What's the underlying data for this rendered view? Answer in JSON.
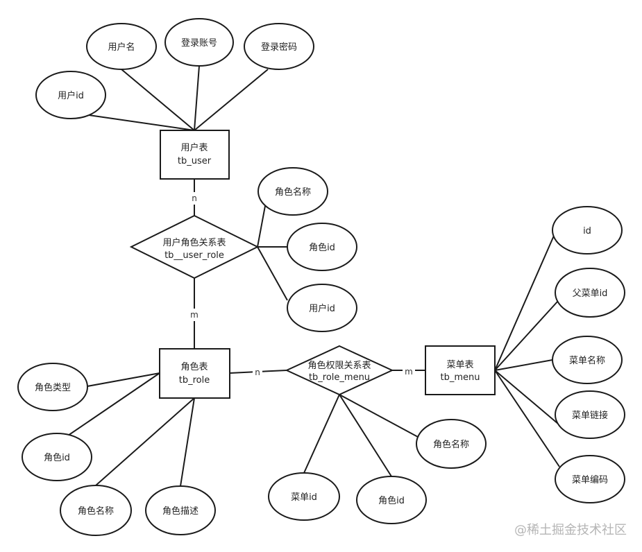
{
  "entities": {
    "user": {
      "name": "用户表",
      "table": "tb_user"
    },
    "role": {
      "name": "角色表",
      "table": "tb_role"
    },
    "menu": {
      "name": "菜单表",
      "table": "tb_menu"
    }
  },
  "relationships": {
    "user_role": {
      "name": "用户角色关系表",
      "table": "tb__user_role"
    },
    "role_menu": {
      "name": "角色权限关系表",
      "table": "tb_role_menu"
    }
  },
  "attributes": {
    "user": [
      "用户名",
      "登录账号",
      "登录密码",
      "用户id"
    ],
    "user_role": [
      "角色名称",
      "角色id",
      "用户id"
    ],
    "role": [
      "角色类型",
      "角色id",
      "角色名称",
      "角色描述"
    ],
    "role_menu": [
      "角色名称",
      "菜单id",
      "角色id"
    ],
    "menu": [
      "id",
      "父菜单id",
      "菜单名称",
      "菜单链接",
      "菜单编码"
    ]
  },
  "cardinalities": {
    "user_to_user_role": "n",
    "user_role_to_role": "m",
    "role_to_role_menu": "n",
    "role_menu_to_menu": "m"
  },
  "watermark": "@稀土掘金技术社区"
}
